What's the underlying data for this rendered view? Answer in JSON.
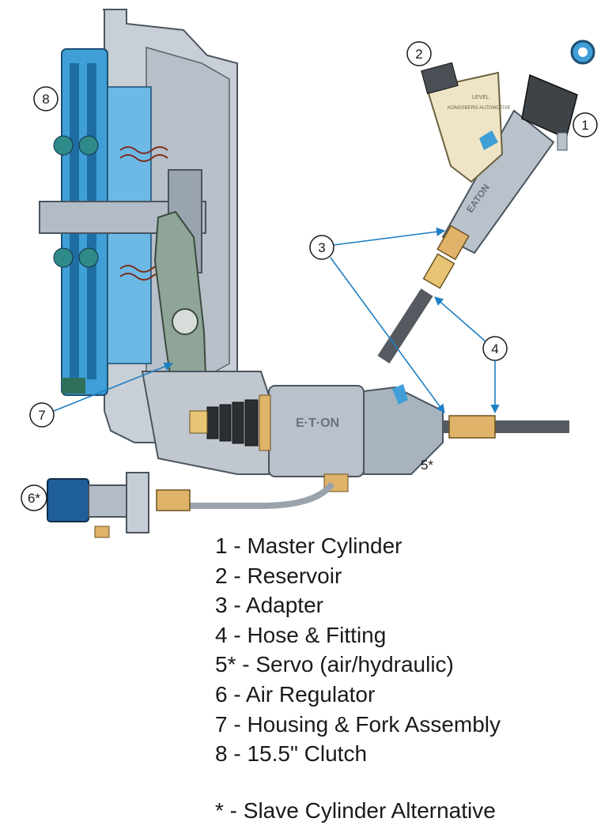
{
  "callouts": [
    {
      "id": "1",
      "label": "1"
    },
    {
      "id": "2",
      "label": "2"
    },
    {
      "id": "3",
      "label": "3"
    },
    {
      "id": "4",
      "label": "4"
    },
    {
      "id": "5",
      "label": "5*"
    },
    {
      "id": "6",
      "label": "6*"
    },
    {
      "id": "7",
      "label": "7"
    },
    {
      "id": "8",
      "label": "8"
    }
  ],
  "component_text": {
    "eaton_servo": "E·T·ON",
    "eaton_master": "EATON",
    "reservoir_level": "LEVEL",
    "reservoir_brand": "KONGSBERG AUTOMOTIVE"
  },
  "legend": [
    "1 - Master Cylinder",
    "2 - Reservoir",
    "3 - Adapter",
    "4 - Hose & Fitting",
    "5* - Servo (air/hydraulic)",
    "6 - Air Regulator",
    "7 - Housing & Fork Assembly",
    "8 - 15.5\" Clutch"
  ],
  "footnote": "* - Slave Cylinder Alternative",
  "colors": {
    "blue_part": "#3f9fd6",
    "housing_gray": "#c9cfd6",
    "steel": "#a9b3bd",
    "brass": "#e0b36a",
    "reservoir": "#efe4c6",
    "hose": "#555a60",
    "arrow_blue": "#1f7fc4"
  }
}
